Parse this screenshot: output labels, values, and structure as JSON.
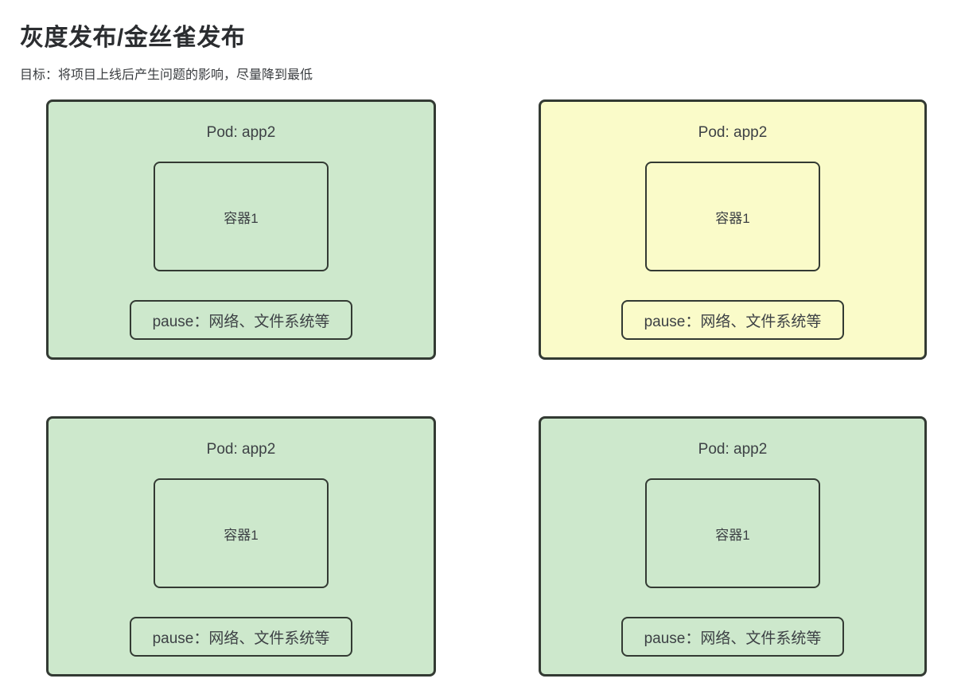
{
  "header": {
    "title": "灰度发布/金丝雀发布",
    "subtitle": "目标：将项目上线后产生问题的影响，尽量降到最低"
  },
  "colors": {
    "pod_green": "#cde8cc",
    "pod_yellow": "#fafbc9",
    "border": "#333a33",
    "text": "#3d4145",
    "title": "#2b2d30"
  },
  "pods": [
    {
      "position": "top-left",
      "variant": "green",
      "pod_label": "Pod: app2",
      "container_label": "容器1",
      "pause_label": "pause：网络、文件系统等"
    },
    {
      "position": "top-right",
      "variant": "yellow",
      "pod_label": "Pod: app2",
      "container_label": "容器1",
      "pause_label": "pause：网络、文件系统等"
    },
    {
      "position": "bottom-left",
      "variant": "green",
      "pod_label": "Pod: app2",
      "container_label": "容器1",
      "pause_label": "pause：网络、文件系统等"
    },
    {
      "position": "bottom-right",
      "variant": "green",
      "pod_label": "Pod: app2",
      "container_label": "容器1",
      "pause_label": "pause：网络、文件系统等"
    }
  ]
}
